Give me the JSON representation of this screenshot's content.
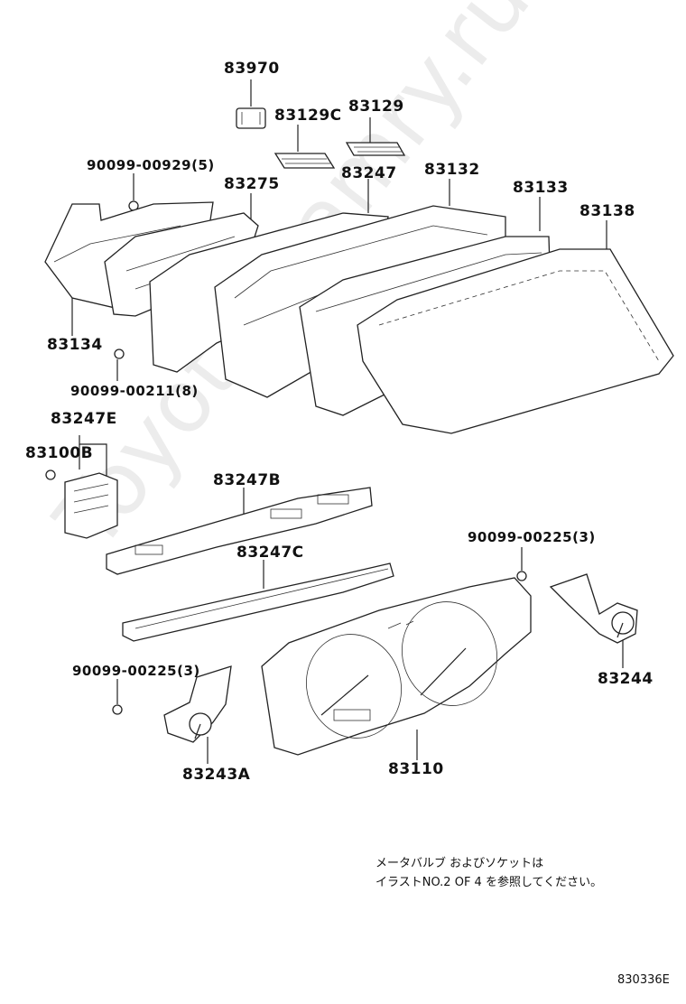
{
  "watermark": "Toyota-Camry.ru",
  "labels": {
    "p83970": "83970",
    "p83129c": "83129C",
    "p83129": "83129",
    "p90099_00929": "90099-00929(5)",
    "p83275": "83275",
    "p83247": "83247",
    "p83132": "83132",
    "p83133": "83133",
    "p83138": "83138",
    "p83134": "83134",
    "p90099_00211": "90099-00211(8)",
    "p83247e": "83247E",
    "p83100b": "83100B",
    "p83247b": "83247B",
    "p83247c": "83247C",
    "p90099_00225_r": "90099-00225(3)",
    "p90099_00225_l": "90099-00225(3)",
    "p83244": "83244",
    "p83243a": "83243A",
    "p83110": "83110"
  },
  "note": {
    "line1": "メータバルブ およびソケットは",
    "line2": "イラストNO.2 OF 4 を参照してください。"
  },
  "diagram_code": "830336E"
}
